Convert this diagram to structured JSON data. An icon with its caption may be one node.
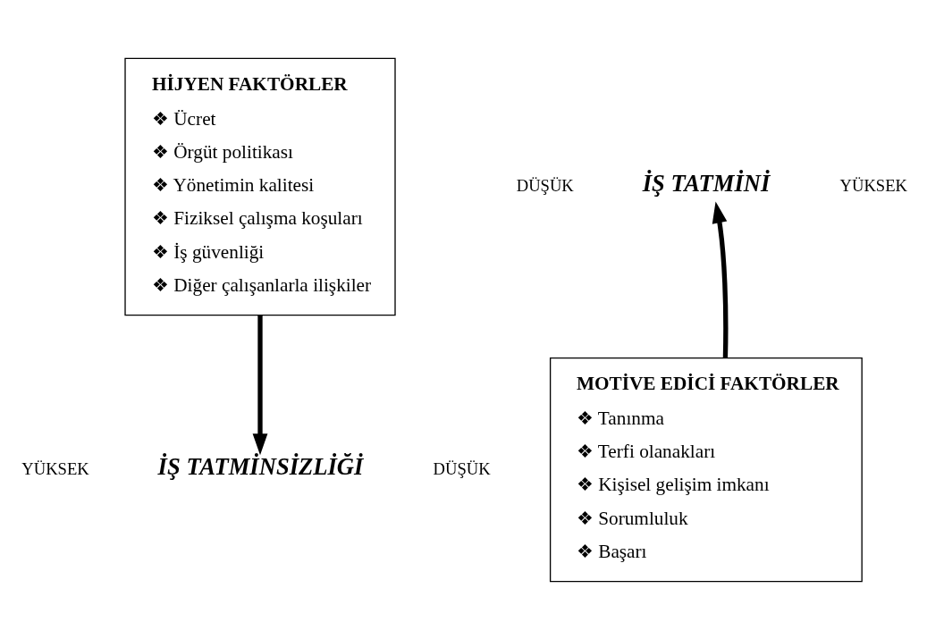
{
  "diagram": {
    "nodes": [
      {
        "text": [
          "HİJYEN FAKTÖRLER",
          "❖ Ücret",
          "❖ Örgüt politikası",
          "❖ Yönetimin kalitesi",
          "❖ Fiziksel çalışma koşuları",
          "❖ İş güvenliği",
          "❖ Diğer çalışanlarla ilişkiler"
        ]
      },
      {
        "text": [
          "İŞ TATMİNİ"
        ]
      },
      {
        "text": [
          "MOTİVE EDİCİ FAKTÖRLER",
          "❖ Tanınma",
          "❖ Terfi olanakları",
          "❖ Kişisel gelişim imkanı",
          "❖ Sorumluluk",
          "❖ Başarı"
        ]
      },
      {
        "text": [
          "İŞ TATMİNSİZLİĞİ"
        ]
      }
    ],
    "edges": [
      {
        "from": 0,
        "to": 3,
        "arrow": "to"
      },
      {
        "from": 2,
        "to": 1,
        "arrow": "to"
      }
    ],
    "labels": [
      "DÜŞÜK",
      "YÜKSEK",
      "YÜKSEK",
      "DÜŞÜK"
    ]
  }
}
